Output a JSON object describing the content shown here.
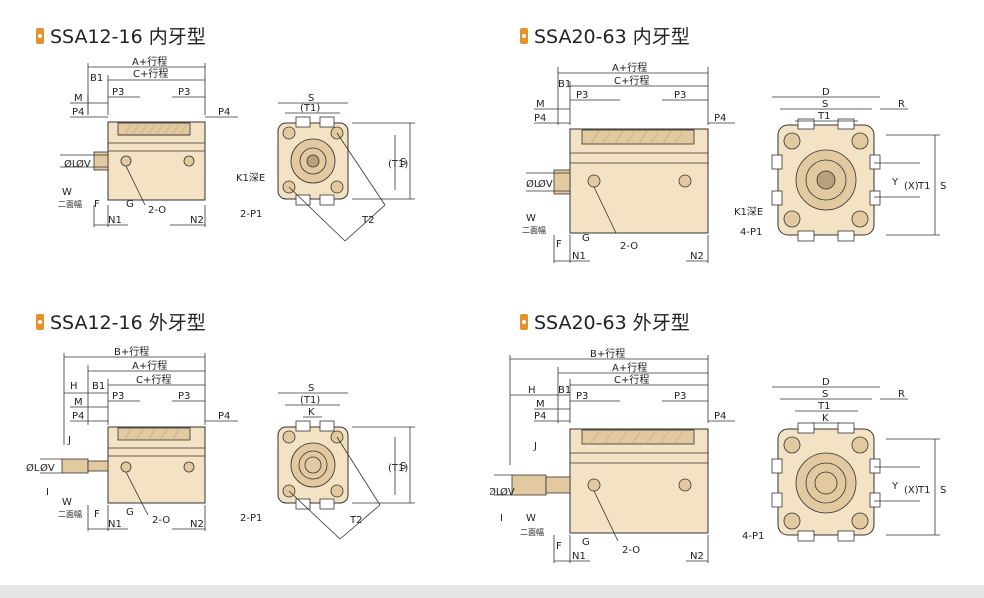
{
  "colors": {
    "body": "#f3e2c4",
    "body_dark": "#e2c9a0",
    "hatch": "#b8a07a",
    "line": "#333333",
    "accent": "#e6922b"
  },
  "panels": [
    {
      "title": "SSA12-16 内牙型",
      "side": {
        "a": "A+行程",
        "b1": "B1",
        "c": "C+行程",
        "m": "M",
        "p3l": "P3",
        "p3r": "P3",
        "p4l": "P4",
        "p4r": "P4",
        "ol": "ØL",
        "ov": "ØV",
        "w": "W",
        "flats": "二面幅",
        "f": "F",
        "g": "G",
        "n1": "N1",
        "n2": "N2",
        "port": "2-O"
      },
      "front": {
        "s_top": "S",
        "t1_top": "(T1)",
        "t1_side": "(T1)",
        "s_side": "S",
        "k1": "K1深E",
        "p1": "2-P1",
        "t2": "T2"
      }
    },
    {
      "title": "SSA20-63 内牙型",
      "side": {
        "a": "A+行程",
        "b1": "B1",
        "c": "C+行程",
        "m": "M",
        "p3l": "P3",
        "p3r": "P3",
        "p4l": "P4",
        "p4r": "P4",
        "ol": "ØL",
        "ov": "ØV",
        "w": "W",
        "flats": "二面幅",
        "f": "F",
        "g": "G",
        "n1": "N1",
        "n2": "N2",
        "port": "2-O"
      },
      "front": {
        "d": "D",
        "s_top": "S",
        "r": "R",
        "t1_top": "T1",
        "y": "Y",
        "x": "(X)",
        "t1_side": "T1",
        "s_side": "S",
        "k1": "K1深E",
        "p1": "4-P1"
      }
    },
    {
      "title": "SSA12-16 外牙型",
      "side": {
        "b": "B+行程",
        "a": "A+行程",
        "h": "H",
        "b1": "B1",
        "c": "C+行程",
        "m": "M",
        "p3l": "P3",
        "p3r": "P3",
        "p4l": "P4",
        "p4r": "P4",
        "j": "J",
        "ol": "ØL",
        "ov": "ØV",
        "i": "I",
        "w": "W",
        "flats": "二面幅",
        "f": "F",
        "g": "G",
        "n1": "N1",
        "n2": "N2",
        "port": "2-O"
      },
      "front": {
        "s_top": "S",
        "t1_top": "(T1)",
        "k": "K",
        "t1_side": "(T1)",
        "s_side": "S",
        "p1": "2-P1",
        "t2": "T2"
      }
    },
    {
      "title": "SSA20-63 外牙型",
      "side": {
        "b": "B+行程",
        "a": "A+行程",
        "h": "H",
        "b1": "B1",
        "c": "C+行程",
        "m": "M",
        "p3l": "P3",
        "p3r": "P3",
        "p4l": "P4",
        "p4r": "P4",
        "j": "J",
        "ol": "ØL",
        "ov": "ØV",
        "i": "I",
        "w": "W",
        "flats": "二面幅",
        "f": "F",
        "g": "G",
        "n1": "N1",
        "n2": "N2",
        "port": "2-O"
      },
      "front": {
        "d": "D",
        "s_top": "S",
        "r": "R",
        "t1_top": "T1",
        "k": "K",
        "y": "Y",
        "x": "(X)",
        "t1_side": "T1",
        "s_side": "S",
        "p1": "4-P1"
      }
    }
  ]
}
